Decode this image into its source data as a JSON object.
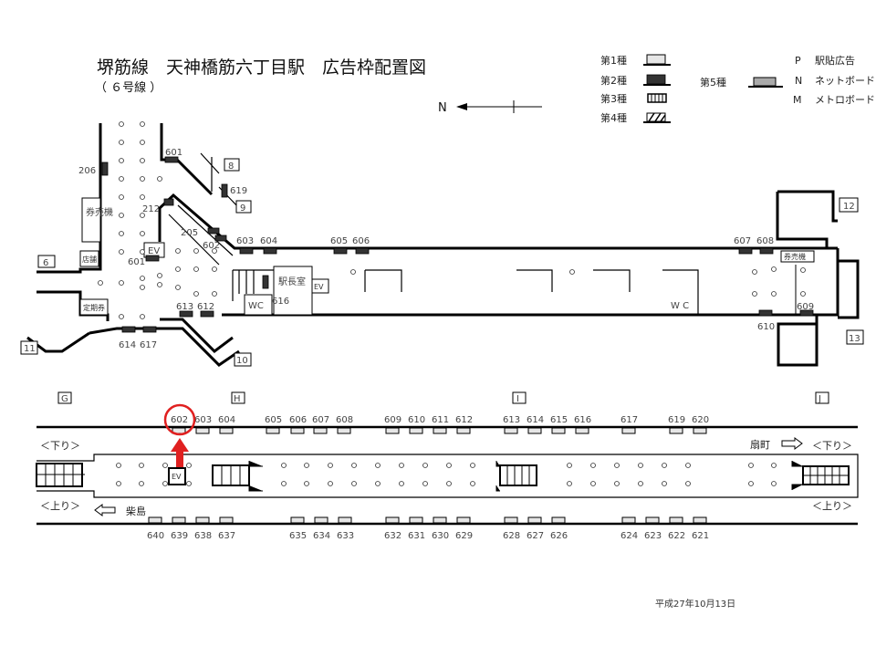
{
  "header": {
    "title": "堺筋線　天神橋筋六丁目駅　広告枠配置図",
    "subtitle": "（ ６号線 ）",
    "north_label": "N"
  },
  "legend": {
    "types": [
      {
        "label": "第1種",
        "icon": "light-frame-icon"
      },
      {
        "label": "第2種",
        "icon": "dark-frame-icon"
      },
      {
        "label": "第3種",
        "icon": "striped-frame-icon"
      },
      {
        "label": "第4種",
        "icon": "hatched-frame-icon"
      }
    ],
    "type5": {
      "label": "第5種",
      "icon": "gray-frame-icon"
    },
    "codes": [
      {
        "code": "P",
        "label": "駅貼広告"
      },
      {
        "code": "N",
        "label": "ネットボード"
      },
      {
        "code": "M",
        "label": "メトロボード"
      }
    ]
  },
  "concourse": {
    "exits": [
      "6",
      "8",
      "9",
      "10",
      "11",
      "12",
      "13"
    ],
    "rooms": {
      "ticket_machines": "券売機",
      "shop": "店舗",
      "commuter_pass": "定期券",
      "elevator": "EV",
      "station_master": "駅長室",
      "toilet": "WC",
      "toilet2": "W C",
      "ticket_machines_east": "券売機"
    },
    "ads": [
      "206",
      "601",
      "619",
      "212",
      "205",
      "602",
      "603",
      "604",
      "605",
      "606",
      "601",
      "613",
      "612",
      "616",
      "614",
      "617",
      "607",
      "608",
      "609",
      "610"
    ]
  },
  "platform": {
    "sections": [
      "G",
      "H",
      "I",
      "J"
    ],
    "down_label": "＜下り＞",
    "up_label": "＜上り＞",
    "down_dest": "扇町",
    "up_dest": "柴島",
    "elevator": "EV",
    "top_ads": [
      "602",
      "603",
      "604",
      "605",
      "606",
      "607",
      "608",
      "609",
      "610",
      "611",
      "612",
      "613",
      "614",
      "615",
      "616",
      "617",
      "619",
      "620"
    ],
    "bottom_ads": [
      "640",
      "639",
      "638",
      "637",
      "635",
      "634",
      "633",
      "632",
      "631",
      "630",
      "629",
      "628",
      "627",
      "626",
      "624",
      "623",
      "622",
      "621"
    ],
    "highlighted_ad": "602",
    "highlight_color": "#e02020"
  },
  "footer": {
    "date": "平成27年10月13日"
  }
}
